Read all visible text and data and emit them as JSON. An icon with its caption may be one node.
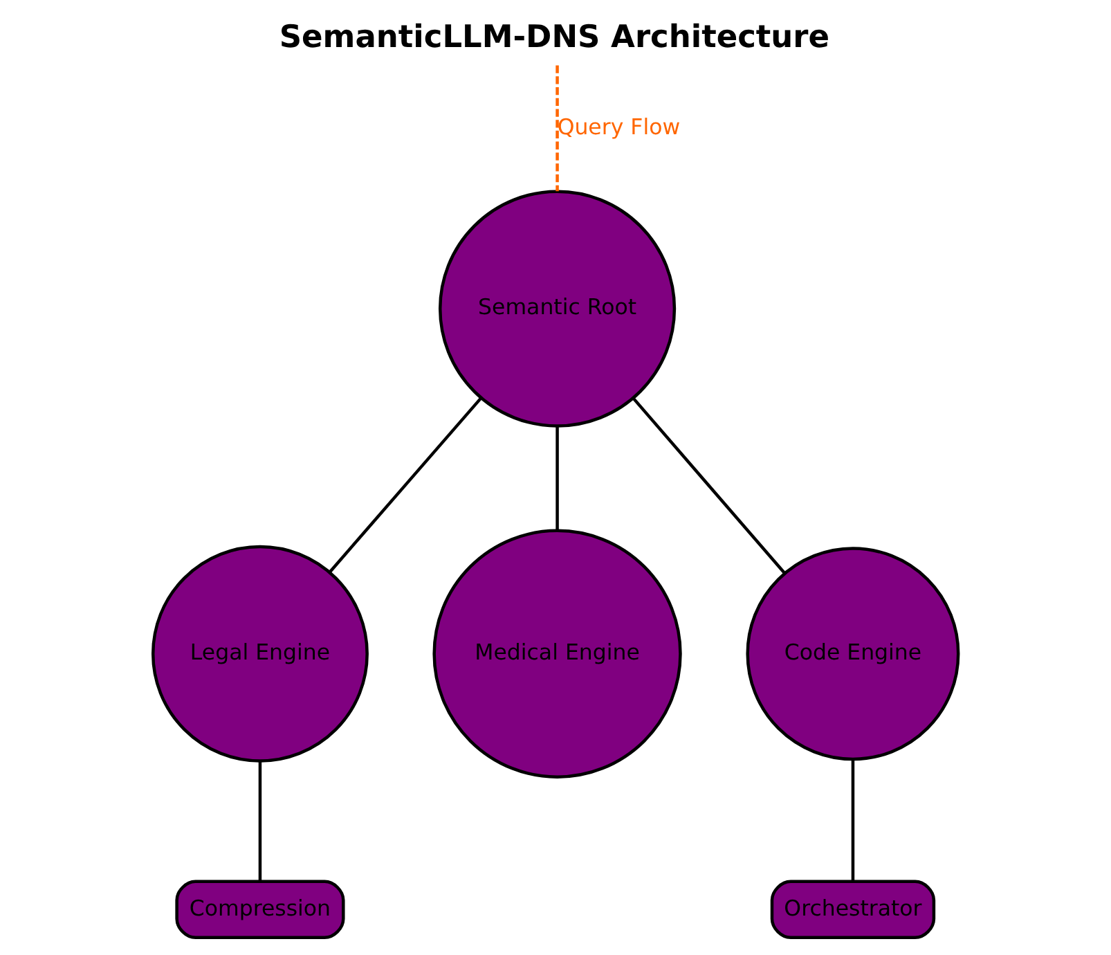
{
  "diagram": {
    "title": "SemanticLLM-DNS Architecture",
    "nodes": [
      {
        "text": [
          "Semantic Root"
        ]
      },
      {
        "text": [
          "Legal Engine"
        ]
      },
      {
        "text": [
          "Medical Engine"
        ]
      },
      {
        "text": [
          "Code Engine"
        ]
      },
      {
        "text": [
          "Compression"
        ]
      },
      {
        "text": [
          "Orchestrator"
        ]
      }
    ],
    "edges": [
      {
        "from": null,
        "to": 0,
        "arrow": "none",
        "label": "Query Flow",
        "style": "dashed",
        "color": "#ff6600"
      },
      {
        "from": 0,
        "to": 1,
        "arrow": "none"
      },
      {
        "from": 0,
        "to": 2,
        "arrow": "none"
      },
      {
        "from": 0,
        "to": 3,
        "arrow": "none"
      },
      {
        "from": 1,
        "to": 4,
        "arrow": "none"
      },
      {
        "from": 3,
        "to": 5,
        "arrow": "none"
      }
    ]
  }
}
